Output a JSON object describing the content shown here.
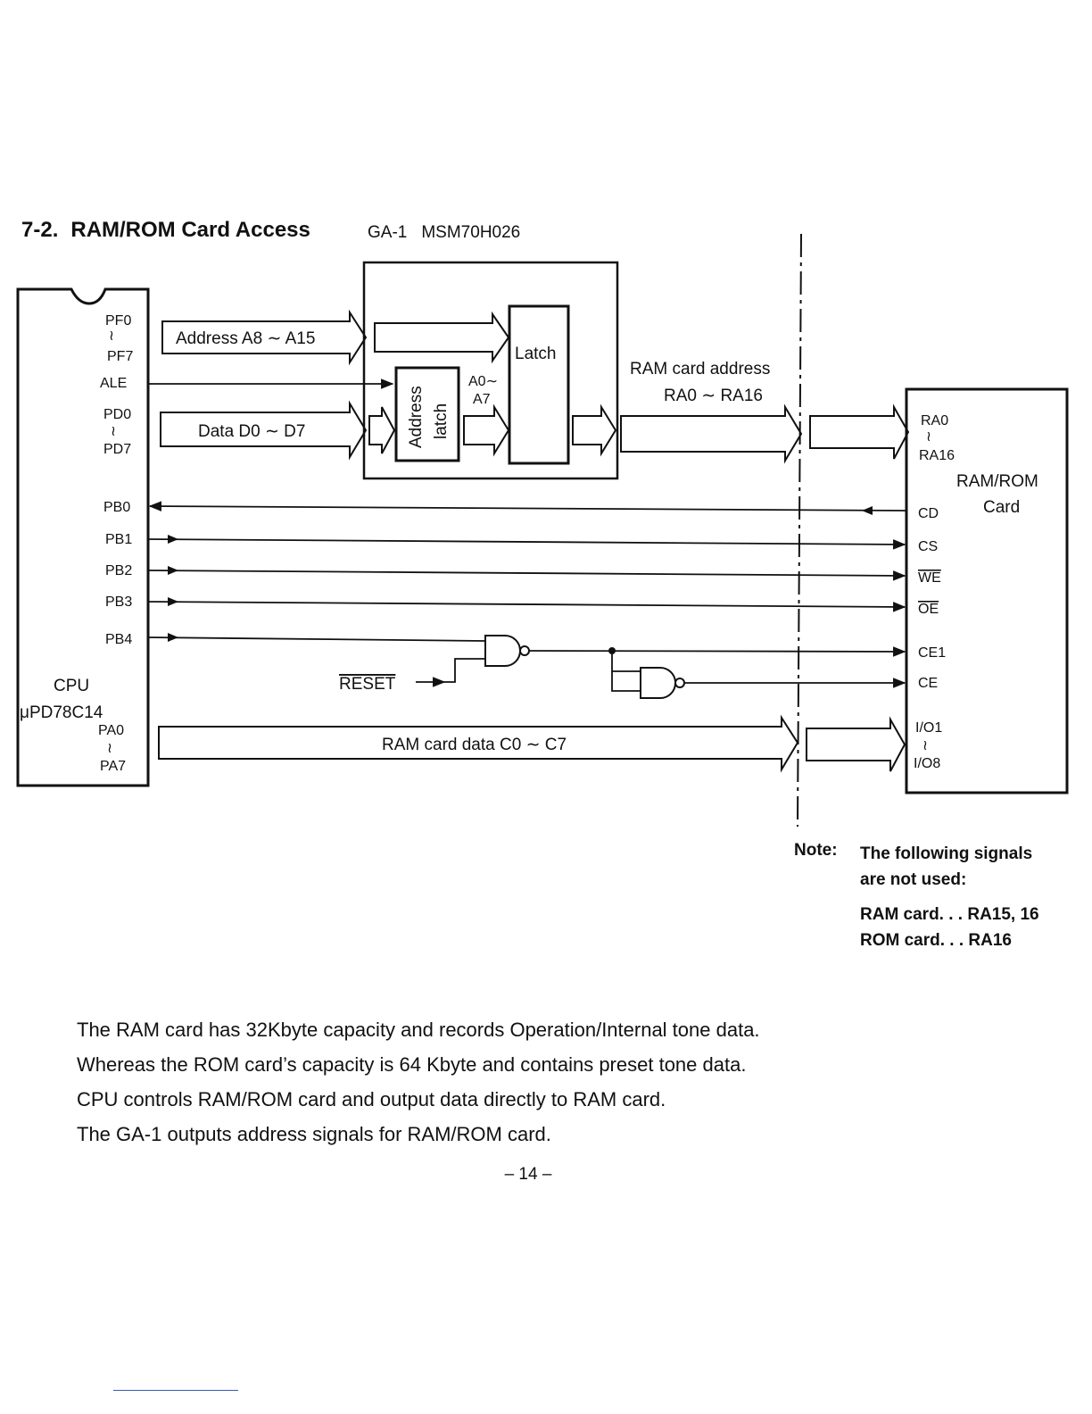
{
  "section": {
    "number": "7-2.",
    "title": "RAM/ROM Card Access"
  },
  "gate_array": {
    "name": "GA-1",
    "part": "MSM70H026"
  },
  "cpu": {
    "name": "CPU",
    "part": "μPD78C14",
    "pins": {
      "pf0": "PF0",
      "pf7": "PF7",
      "ale": "ALE",
      "pd0": "PD0",
      "pd7": "PD7",
      "pb0": "PB0",
      "pb1": "PB1",
      "pb2": "PB2",
      "pb3": "PB3",
      "pb4": "PB4",
      "pa0": "PA0",
      "pa7": "PA7",
      "range": "≀"
    }
  },
  "buses": {
    "address_high": "Address A8 ∼ A15",
    "data": "Data D0 ∼ D7",
    "card_data": "RAM card data C0 ∼ C7",
    "card_address_1": "RAM card address",
    "card_address_2": "RA0 ∼ RA16",
    "latch_out_1": "A0∼",
    "latch_out_2": "A7"
  },
  "blocks": {
    "latch": "Latch",
    "address_latch_1": "Address",
    "address_latch_2": "latch"
  },
  "reset": "RESET",
  "card": {
    "name_1": "RAM/ROM",
    "name_2": "Card",
    "pins": {
      "ra0": "RA0",
      "ra16": "RA16",
      "cd": "CD",
      "cs": "CS",
      "we": "WE",
      "oe": "OE",
      "ce1": "CE1",
      "ce": "CE",
      "io1": "I/O1",
      "io8": "I/O8"
    }
  },
  "note": {
    "label": "Note:",
    "line1": "The following signals",
    "line2": "are not used:",
    "ram": "RAM card. . . RA15, 16",
    "rom": "ROM card. . . RA16"
  },
  "body": [
    "The RAM card has 32Kbyte capacity and records Operation/Internal tone data.",
    "Whereas the ROM card’s capacity is 64 Kbyte and contains preset tone data.",
    "CPU controls RAM/ROM card and output data directly to RAM card.",
    "The GA-1 outputs address signals for RAM/ROM card."
  ],
  "page_number": "– 14 –"
}
